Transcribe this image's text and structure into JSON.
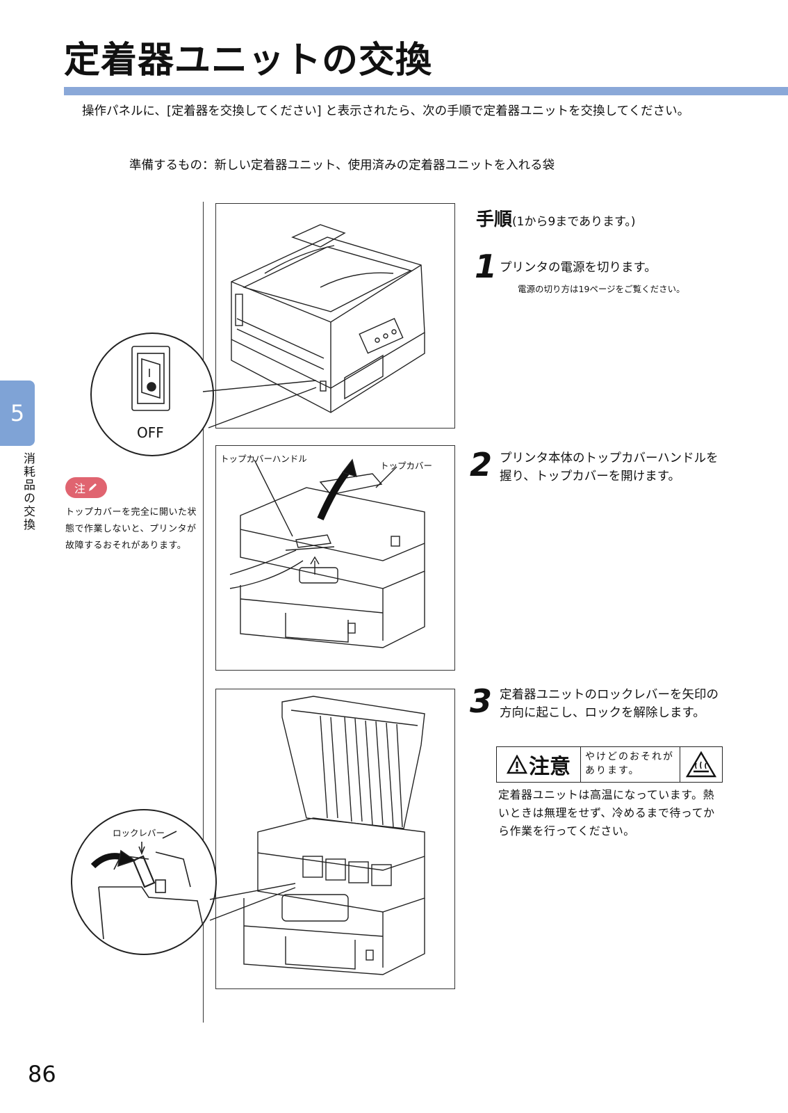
{
  "title": "定着器ユニットの交換",
  "intro": "操作パネルに、[定着器を交換してください] と表示されたら、次の手順で定着器ユニットを交換してください。",
  "preparation": "準備するもの：新しい定着器ユニット、使用済みの定着器ユニットを入れる袋",
  "chapter_tab": {
    "number": "5",
    "label": "消耗品の交換"
  },
  "figure1": {
    "zoom_label": "OFF"
  },
  "figure2": {
    "callout_handle": "トップカバーハンドル",
    "callout_cover": "トップカバー"
  },
  "figure3": {
    "callout_lever": "ロックレバー"
  },
  "note": {
    "badge": "注",
    "text": "トップカバーを完全に開いた状態で作業しないと、プリンタが故障するおそれがあります。"
  },
  "procedure": {
    "heading": "手順",
    "subheading": "(1から9まであります。)"
  },
  "steps": [
    {
      "number": "1",
      "text": "プリンタの電源を切ります。",
      "sub": "電源の切り方は19ページをご覧ください。"
    },
    {
      "number": "2",
      "text": "プリンタ本体のトップカバーハンドルを握り、トップカバーを開けます。"
    },
    {
      "number": "3",
      "text": "定着器ユニットのロックレバーを矢印の方向に起こし、ロックを解除します。"
    }
  ],
  "caution": {
    "label": "注意",
    "message": "やけどのおそれがあります。",
    "text": "定着器ユニットは高温になっています。熱いときは無理をせず、冷めるまで待ってから作業を行ってください。"
  },
  "page_number": "86"
}
